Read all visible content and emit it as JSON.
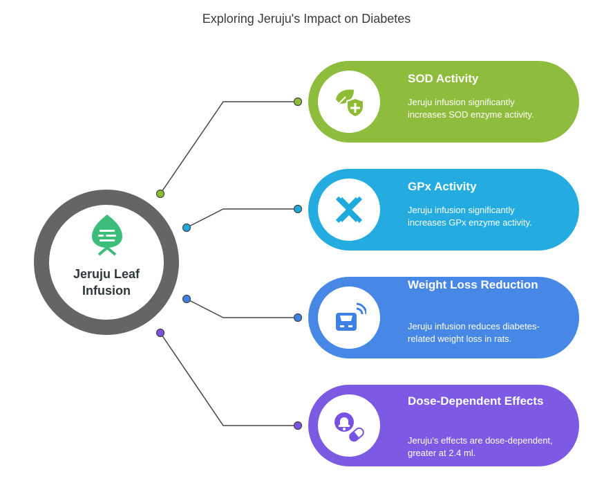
{
  "title": "Exploring Jeruju's Impact on Diabetes",
  "center": {
    "label_line1": "Jeruju Leaf",
    "label_line2": "Infusion",
    "icon": "leaf-document-icon",
    "ring_color": "#656565",
    "icon_color": "#3dbd7a"
  },
  "cards": [
    {
      "title": "SOD Activity",
      "text": "Jeruju infusion significantly increases SOD enzyme activity.",
      "icon": "leaf-shield-icon",
      "color": "#8dbb33",
      "bg": "#8ebc3d"
    },
    {
      "title": "GPx Activity",
      "text": "Jeruju infusion significantly increases GPx enzyme activity.",
      "icon": "cross-arrows-icon",
      "color": "#1ea9dc",
      "bg": "#24ace0"
    },
    {
      "title": "Weight Loss Reduction",
      "text": "Jeruju infusion reduces diabetes-related weight loss in rats.",
      "icon": "smart-scale-icon",
      "color": "#3f80e5",
      "bg": "#4787e6"
    },
    {
      "title": "Dose-Dependent Effects",
      "text": "Jeruju's effects are dose-dependent, greater at 2.4 ml.",
      "icon": "pill-alarm-icon",
      "color": "#7a52e2",
      "bg": "#7c5ae3"
    }
  ]
}
